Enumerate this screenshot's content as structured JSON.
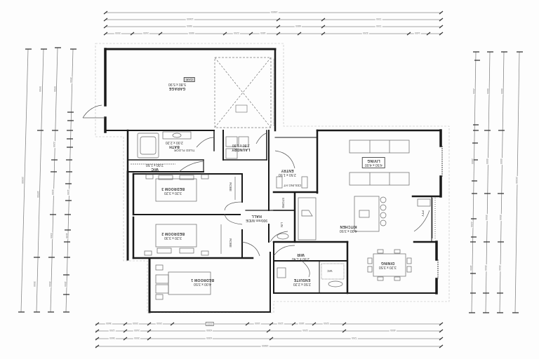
{
  "plan": {
    "orientation": "rotated 180°",
    "rooms": [
      {
        "id": "garage",
        "name": "GARAGE",
        "dims": "5.80 x 5.90"
      },
      {
        "id": "bath",
        "name": "BATH",
        "dims": "2.00 x 2.20"
      },
      {
        "id": "laundry",
        "name": "LAUNDRY",
        "dims": "2.80 x 1.80"
      },
      {
        "id": "wic",
        "name": "WIC",
        "dims": "2.00 x 1.50"
      },
      {
        "id": "bedroom3",
        "name": "BEDROOM 3",
        "dims": "3.20 x 3.20"
      },
      {
        "id": "bedroom2",
        "name": "BEDROOM 2",
        "dims": "3.20 x 3.30"
      },
      {
        "id": "bedroom1",
        "name": "BEDROOM 1",
        "dims": "4.00 x 3.50"
      },
      {
        "id": "entry",
        "name": "ENTRY",
        "dims": "2.50 x 1.50"
      },
      {
        "id": "living",
        "name": "LIVING",
        "dims": "4.50 x 4.00"
      },
      {
        "id": "kitchen",
        "name": "KITCHEN",
        "dims": "4.00 x 3.50"
      },
      {
        "id": "dining",
        "name": "DINING",
        "dims": "3.20 x 3.50"
      },
      {
        "id": "wir",
        "name": "WIR",
        "dims": "2.50 x 1.40"
      },
      {
        "id": "ensuite",
        "name": "ENSUITE",
        "dims": "2.50 x 2.20"
      },
      {
        "id": "hall",
        "name": "HALL"
      }
    ],
    "small_labels": {
      "robe3": "ROBE",
      "robe2": "ROBE",
      "linen": "LIN",
      "store": "STORE",
      "wc": "WC",
      "pantry": "PTY",
      "ensuite_wc": "WC",
      "garage_tag": "GAR",
      "ceiling_note": "2440 CLG HT",
      "hall_width": "900mm WIDE",
      "tiled_floor": "TILED FLOOR",
      "entry_note": "CEILING HT"
    },
    "dimensions": {
      "top": {
        "overall": "19800",
        "row2": [
          "12600",
          "7200"
        ],
        "row3": [
          "5800",
          "6800",
          "7200"
        ],
        "row4": [
          "2000",
          "2400",
          "5800",
          "2200",
          "1800",
          "3200",
          "1400",
          "2000"
        ]
      },
      "bottom": {
        "row1": [
          "3600",
          "2000",
          "2000",
          "6300",
          "1500",
          "1200",
          "1800",
          "3200"
        ],
        "row2": [
          "1200",
          "2400",
          "6300",
          "3200",
          "4000"
        ],
        "row3": [
          "3600",
          "2000",
          "6300",
          "7200"
        ],
        "overall": "19800"
      },
      "left": {
        "overall": "20300",
        "row2": [
          "5900",
          "10900",
          "3500"
        ],
        "row3": [
          "5900",
          "2200",
          "2000",
          "3200",
          "3300",
          "3500"
        ],
        "row4": [
          "3900",
          "1000",
          "900",
          "800",
          "1100",
          "900",
          "500",
          "1200",
          "1200",
          "900",
          "1100",
          "1200",
          "900",
          "700",
          "1500",
          "800"
        ]
      },
      "right": {
        "overall": "20300",
        "row2": [
          "5800",
          "4000",
          "3500",
          "3500",
          "3500"
        ],
        "row3": [
          "5800",
          "4000",
          "3500",
          "3500",
          "3500"
        ],
        "row4": [
          "300",
          "2500",
          "1200",
          "900",
          "2800",
          "1200",
          "700",
          "2200",
          "1100",
          "900",
          "1800",
          "900",
          "700"
        ]
      }
    },
    "colors": {
      "wall": "#1a1a1a",
      "line": "#555555",
      "dim_line": "#888888",
      "background": "#fdfdfd",
      "fixture": "#666666"
    }
  }
}
